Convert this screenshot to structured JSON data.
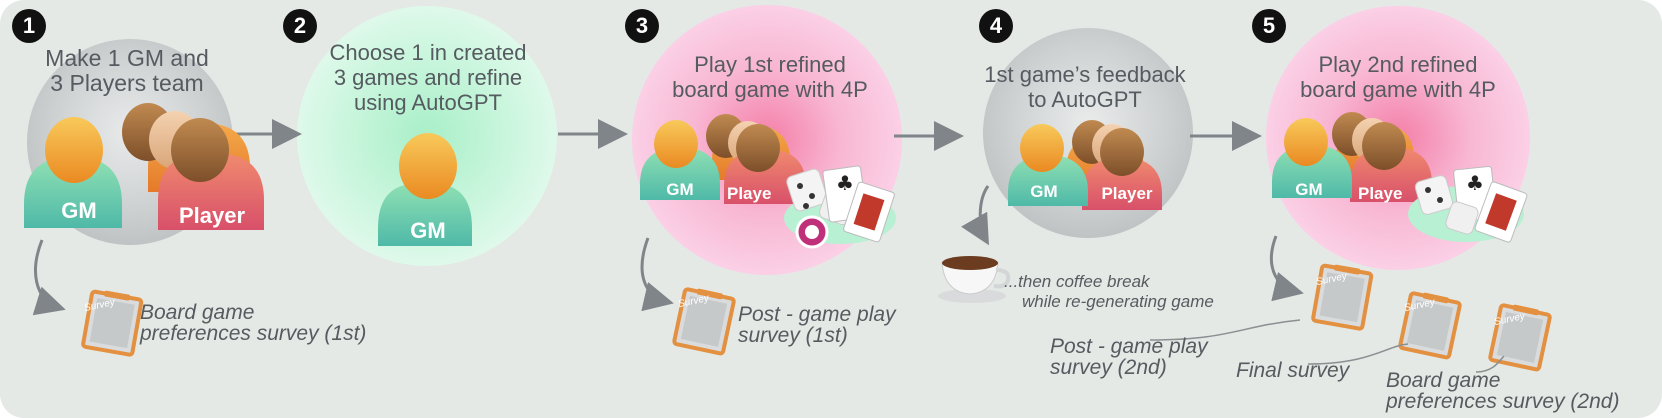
{
  "steps": [
    {
      "number": "1",
      "title_line1": "Make 1 GM and",
      "title_line2": "3 Players team",
      "gm": "GM",
      "player": "Player"
    },
    {
      "number": "2",
      "title_line1": "Choose 1 in created",
      "title_line2": "3 games and refine",
      "title_line3": "using AutoGPT",
      "gm": "GM"
    },
    {
      "number": "3",
      "title_line1": "Play 1st refined",
      "title_line2": "board game with 4P",
      "gm": "GM",
      "player": "Playe"
    },
    {
      "number": "4",
      "title_line1": "1st game’s feedback",
      "title_line2": "to AutoGPT",
      "gm": "GM",
      "player": "Player"
    },
    {
      "number": "5",
      "title_line1": "Play 2nd refined",
      "title_line2": "board game with 4P",
      "gm": "GM",
      "player": "Playe"
    }
  ],
  "survey_label": "Survey",
  "surveys": {
    "s1_line1": "Board game",
    "s1_line2": "preferences survey (1st)",
    "s3_line1": "Post - game play",
    "s3_line2": "survey (1st)",
    "s5a_line1": "Post - game play",
    "s5a_line2": "survey (2nd)",
    "s5b": "Final survey",
    "s5c_line1": "Board game",
    "s5c_line2": "preferences survey (2nd)"
  },
  "coffee_line1": "...then coffee break",
  "coffee_line2": "while re-generating game",
  "colors": {
    "gray": "#c9cccd",
    "green": "#c8f5dd",
    "pink": "#f9bcd9",
    "orange": "#f09a3e",
    "teal": "#6fcdb0",
    "rose": "#e06a70",
    "brown": "#9a6a3f"
  }
}
